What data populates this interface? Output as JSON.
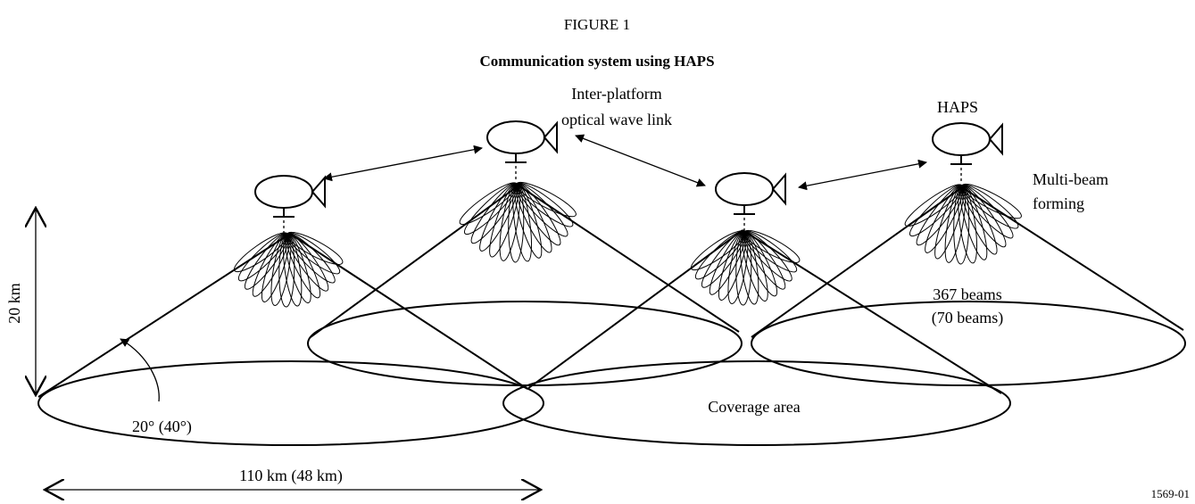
{
  "figure": {
    "number": "FIGURE 1",
    "title": "Communication system using HAPS",
    "ref": "1569-01"
  },
  "labels": {
    "link_line1": "Inter-platform",
    "link_line2": "optical wave link",
    "haps": "HAPS",
    "beam_line1": "Multi-beam",
    "beam_line2": "forming",
    "beams_line1": "367 beams",
    "beams_line2": "(70 beams)",
    "coverage": "Coverage area",
    "altitude": "20 km",
    "angle": "20° (40°)",
    "diameter": "110 km (48 km)"
  }
}
